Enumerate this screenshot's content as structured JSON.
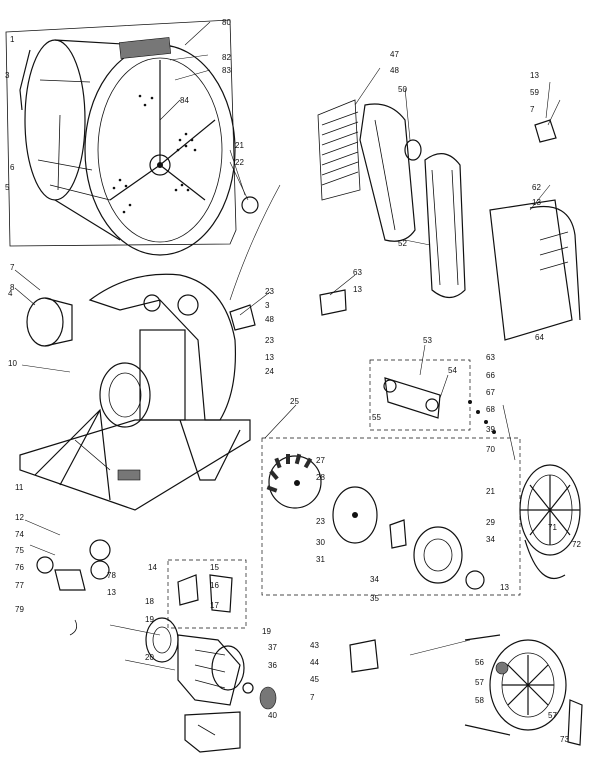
{
  "callouts": {
    "c1": "1",
    "c3": "3",
    "c4": "4",
    "c5": "5",
    "c6": "6",
    "c7": "7",
    "c7b": "7",
    "c7c": "7",
    "c8": "8",
    "c10": "10",
    "c11": "11",
    "c12": "12",
    "c13": "13",
    "c13b": "13",
    "c13c": "13",
    "c13d": "13",
    "c13e": "13",
    "c13f": "13",
    "c14": "14",
    "c15": "15",
    "c16": "16",
    "c17": "17",
    "c18": "18",
    "c19": "19",
    "c19b": "19",
    "c20": "20",
    "c21": "21",
    "c21b": "21",
    "c22": "22",
    "c23": "23",
    "c23b": "23",
    "c24": "24",
    "c25": "25",
    "c27": "27",
    "c28": "28",
    "c29": "29",
    "c30": "30",
    "c31": "31",
    "c34": "34",
    "c34b": "34",
    "c35": "35",
    "c36": "36",
    "c37": "37",
    "c39": "39",
    "c40": "40",
    "c43": "43",
    "c44": "44",
    "c45": "45",
    "c47": "47",
    "c48": "48",
    "c48b": "48",
    "c50": "50",
    "c52": "52",
    "c53": "53",
    "c54": "54",
    "c55": "55",
    "c56": "56",
    "c57": "57",
    "c57b": "57",
    "c58": "58",
    "c59": "59",
    "c62": "62",
    "c63": "63",
    "c63b": "63",
    "c64": "64",
    "c66": "66",
    "c67": "67",
    "c68": "68",
    "c70": "70",
    "c71": "71",
    "c72": "72",
    "c73": "73",
    "c74": "74",
    "c75": "75",
    "c76": "76",
    "c77": "77",
    "c78": "78",
    "c79": "79",
    "c80": "80",
    "c82": "82",
    "c83": "83",
    "c84": "84"
  },
  "icons": {
    "drum": "dryer-drum",
    "base": "cabinet-base-frame",
    "motor": "drive-motor",
    "fan": "blower-fan-wheel",
    "pulley": "drum-pulley",
    "idler": "idler-pulley-assembly",
    "belt": "drive-belt"
  }
}
